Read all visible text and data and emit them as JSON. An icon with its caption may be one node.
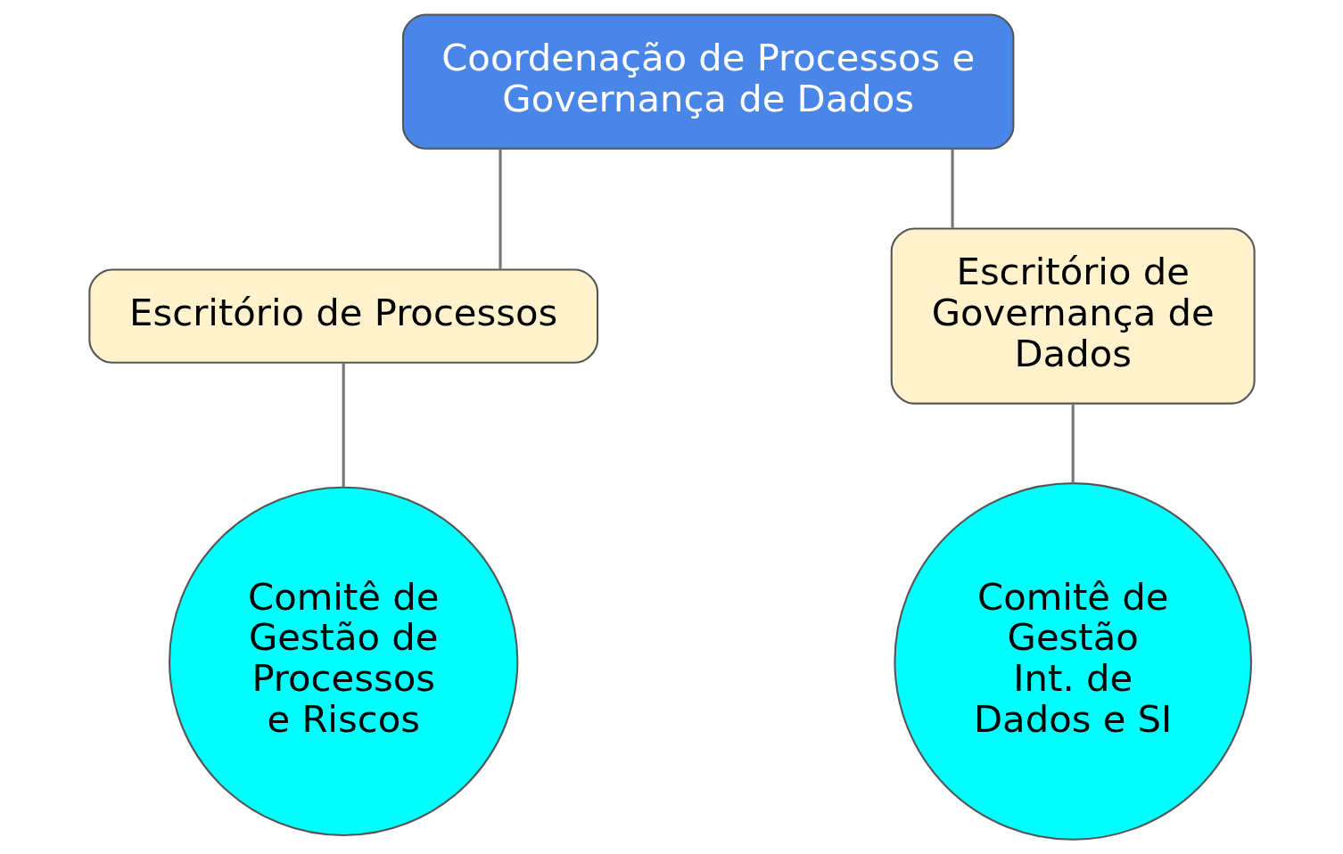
{
  "diagram": {
    "nodes": [
      {
        "text": [
          "Coordenação de Processos e Governança de Dados"
        ]
      },
      {
        "text": [
          "Escritório de Processos"
        ]
      },
      {
        "text": [
          "Escritório de Governança de Dados"
        ]
      },
      {
        "text": [
          "Comitê de Gestão de Processos e Riscos"
        ]
      },
      {
        "text": [
          "Comitê de Gestão Int. de Dados e SI"
        ]
      }
    ],
    "edges": [
      {
        "from": 0,
        "to": 1,
        "arrow": "none"
      },
      {
        "from": 0,
        "to": 2,
        "arrow": "none"
      },
      {
        "from": 1,
        "to": 3,
        "arrow": "none"
      },
      {
        "from": 2,
        "to": 4,
        "arrow": "none"
      }
    ]
  }
}
